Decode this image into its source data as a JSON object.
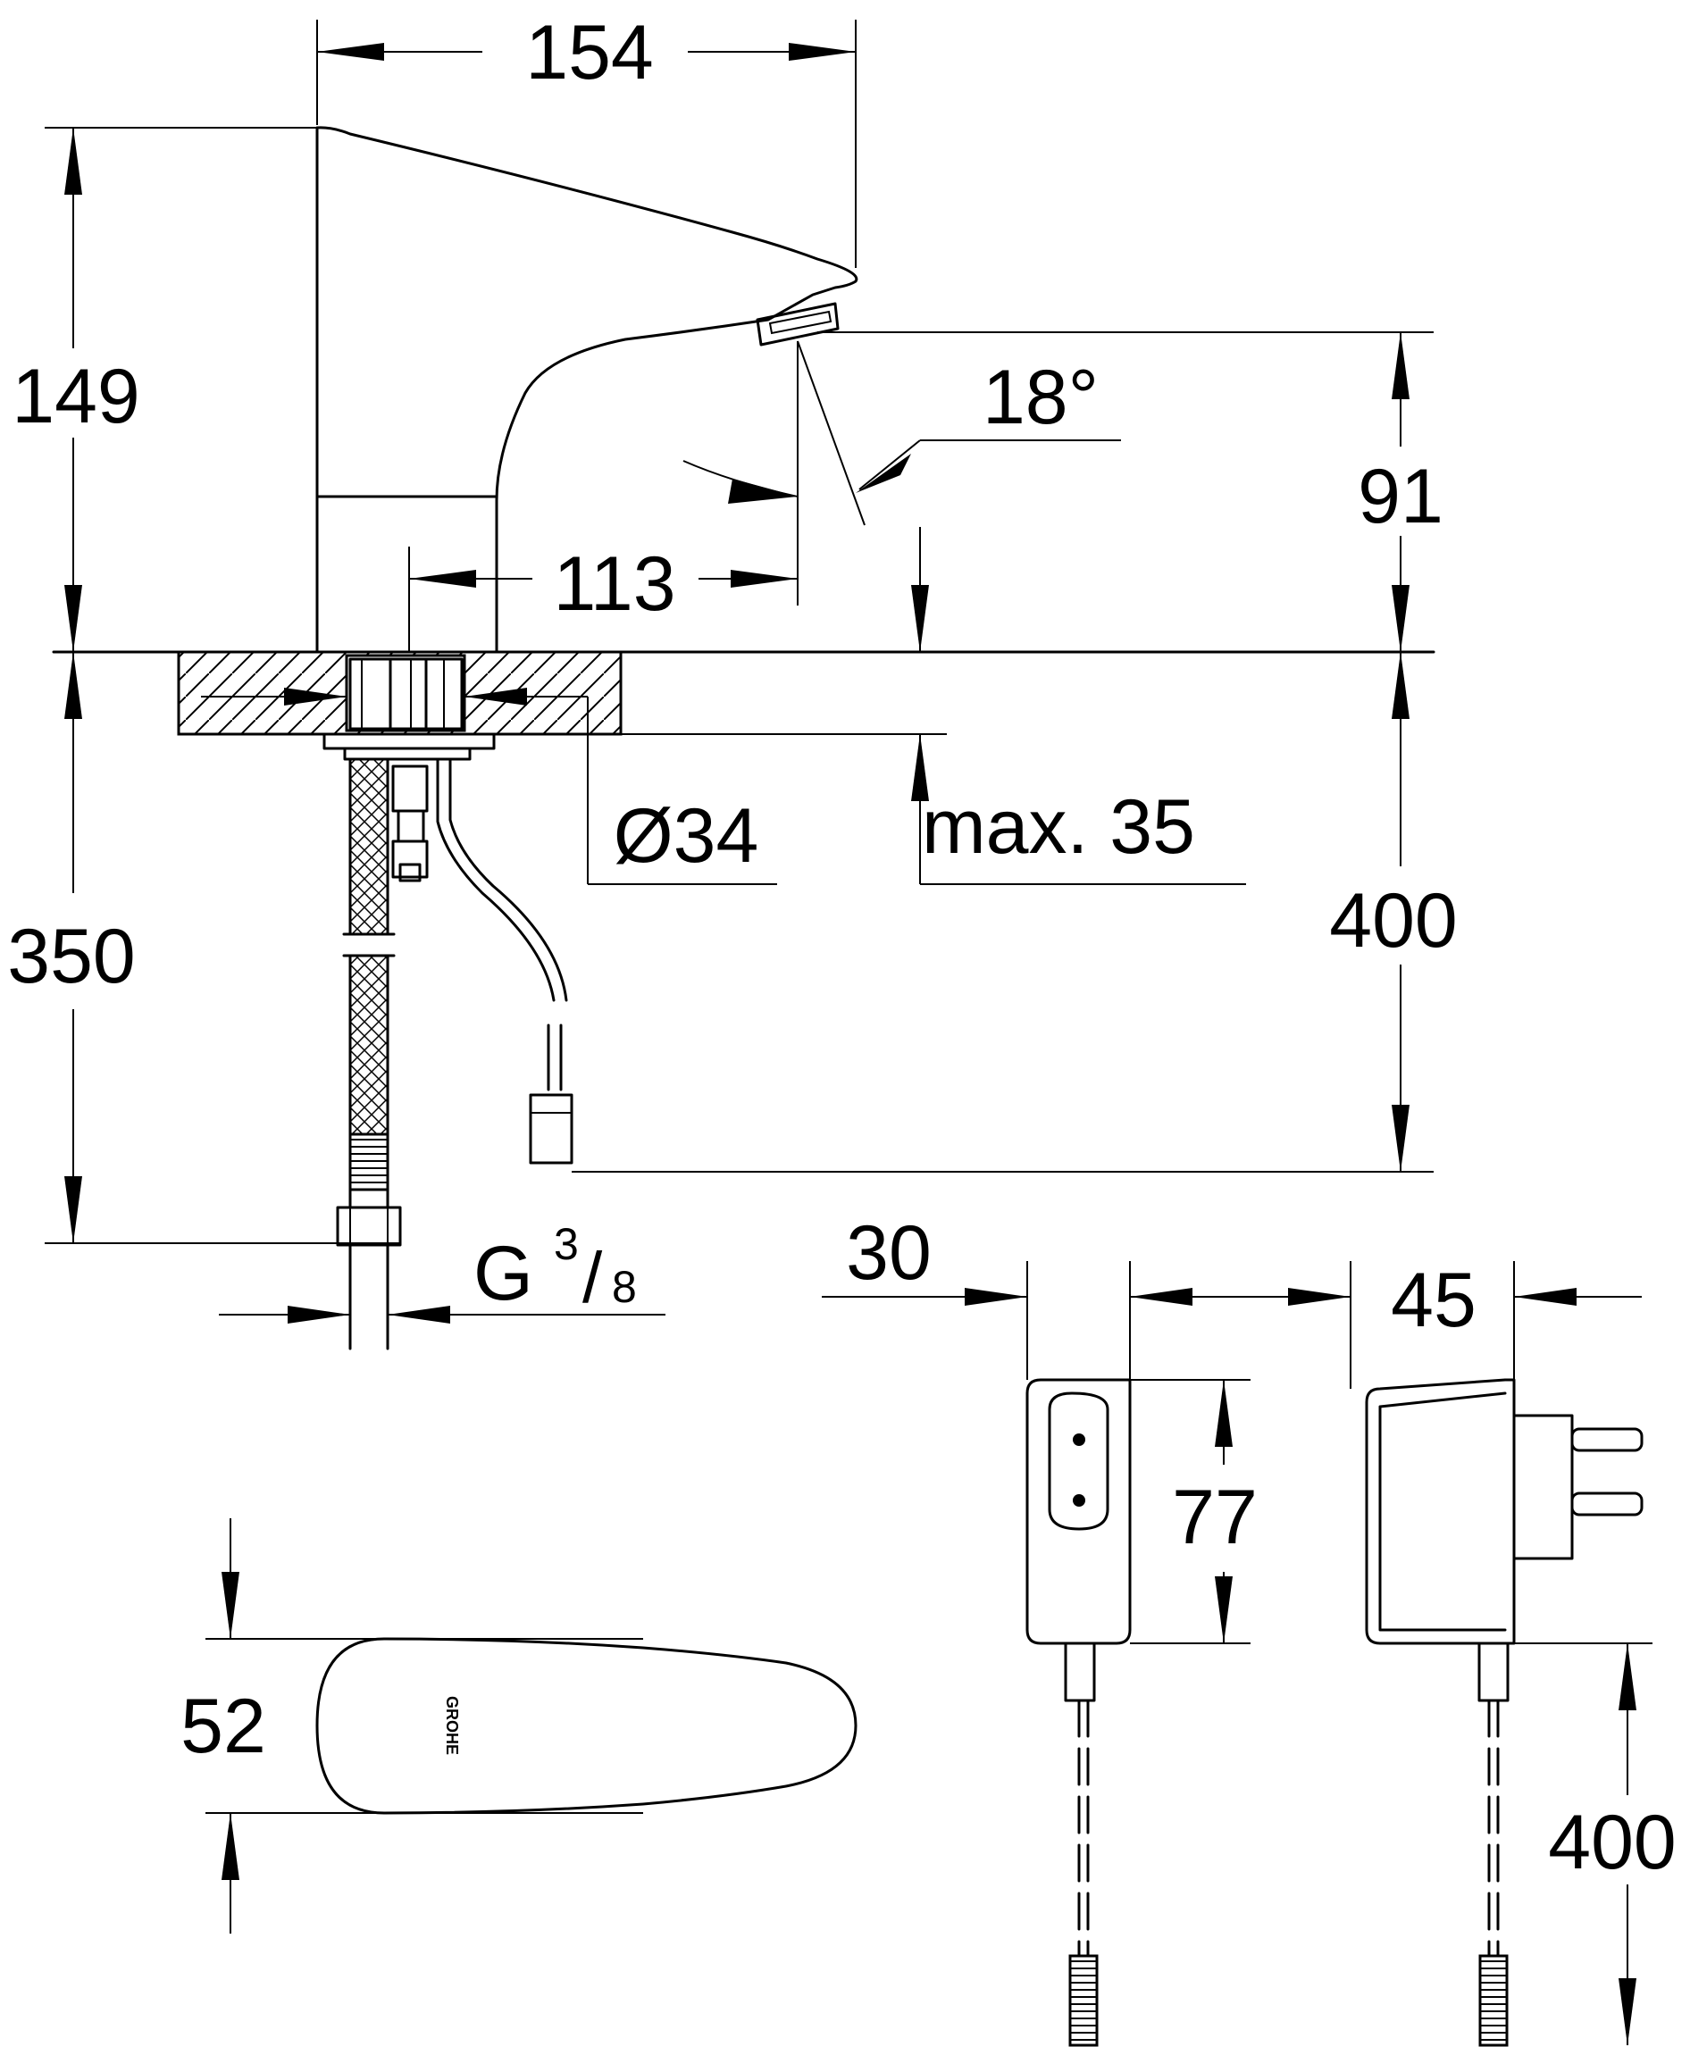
{
  "dimensions": {
    "width_top": "154",
    "height_total": "149",
    "spout_reach": "113",
    "spray_angle": "18°",
    "spout_clearance": "91",
    "hose_length": "350",
    "cable_length": "400",
    "hole_diameter": "Ø34",
    "max_thickness": "max. 35",
    "thread_main": "G",
    "thread_num": "3",
    "thread_den": "8",
    "base_width": "52",
    "psu_depth": "30",
    "psu_height": "77",
    "psu_width": "45",
    "psu_cable": "400"
  },
  "logo_text": "GROHE"
}
